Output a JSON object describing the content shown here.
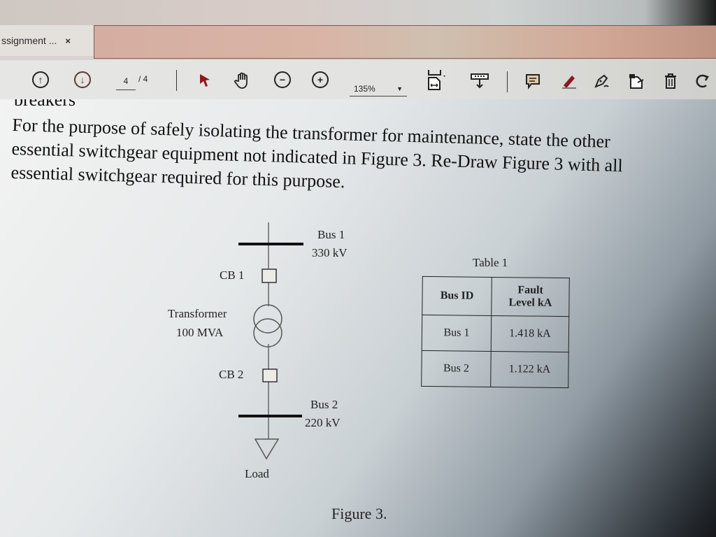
{
  "tab": {
    "title": "ssignment ...",
    "close_label": "×"
  },
  "toolbar": {
    "prev_page_icon": "arrow-up-circle-icon",
    "next_page_icon": "arrow-down-circle-icon",
    "current_page": "4",
    "total_pages": "/ 4",
    "select_tool_icon": "pointer-arrow-icon",
    "hand_tool_icon": "hand-icon",
    "zoom_out_icon": "minus-circle-icon",
    "zoom_in_icon": "plus-circle-icon",
    "zoom_level": "135%",
    "fit_page_icon": "fit-width-icon",
    "scroll_mode_icon": "scroll-mode-icon",
    "comment_icon": "comment-icon",
    "highlight_icon": "highlighter-icon",
    "sign_icon": "pen-sign-icon",
    "rotate_icon": "rotate-page-icon",
    "delete_icon": "trash-icon",
    "undo_icon": "undo-icon",
    "accent_color": "#8b1a1a"
  },
  "document": {
    "cut_off_word": "breakers",
    "question_lines": [
      "For the purpose of safely isolating the transformer for maintenance, state the other",
      "essential switchgear equipment not indicated in Figure 3. Re-Draw Figure 3 with all",
      "essential switchgear required for this purpose."
    ],
    "figure": {
      "bus1_name": "Bus 1",
      "bus1_voltage": "330 kV",
      "cb1_label": "CB 1",
      "transformer_label": "Transformer",
      "transformer_rating": "100 MVA",
      "cb2_label": "CB 2",
      "bus2_name": "Bus 2",
      "bus2_voltage": "220 kV",
      "load_label": "Load",
      "caption": "Figure 3."
    },
    "table": {
      "title": "Table 1",
      "headers": [
        "Bus ID",
        "Fault Level kA"
      ],
      "header_fault_line1": "Fault",
      "header_fault_line2": "Level kA",
      "rows": [
        [
          "Bus 1",
          "1.418 kA"
        ],
        [
          "Bus 2",
          "1.122 kA"
        ]
      ]
    }
  }
}
